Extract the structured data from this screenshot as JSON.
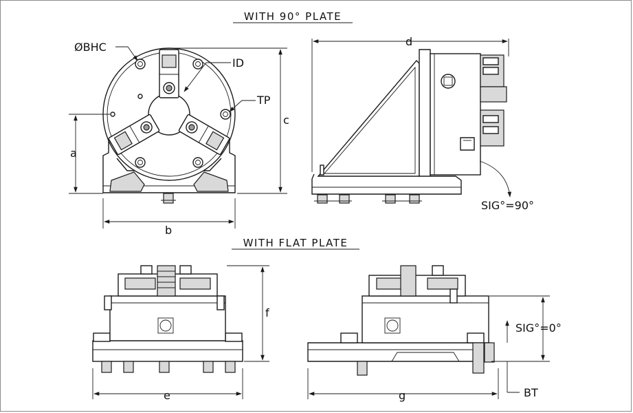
{
  "sections": {
    "top_title": "WITH 90° PLATE",
    "bottom_title": "WITH FLAT PLATE"
  },
  "labels": {
    "bhc": "ØBHC",
    "id": "ID",
    "tp": "TP",
    "a": "a",
    "b": "b",
    "c": "c",
    "d": "d",
    "e": "e",
    "f": "f",
    "g": "g",
    "sig90": "SIG°=90°",
    "sig0": "SIG°=0°",
    "bt": "BT"
  }
}
